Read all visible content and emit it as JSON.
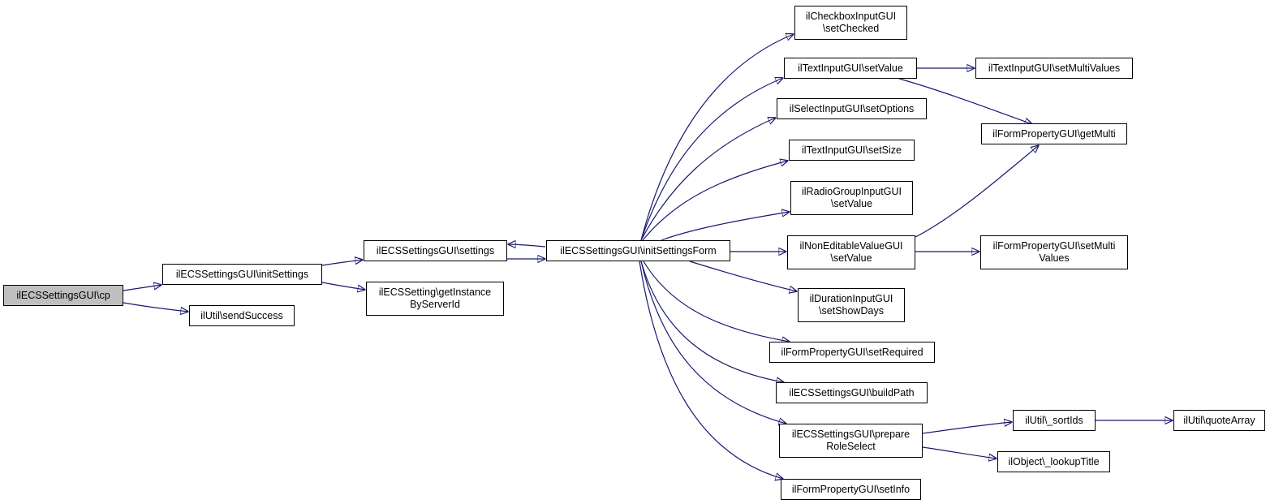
{
  "graph": {
    "colors": {
      "edge": "#191970",
      "root_fill": "#bfbfbf",
      "node_fill": "#ffffff",
      "border": "#000000"
    },
    "nodes": {
      "cp": {
        "lines": [
          "ilECSSettingsGUI\\cp"
        ]
      },
      "initSettings": {
        "lines": [
          "ilECSSettingsGUI\\initSettings"
        ]
      },
      "sendSuccess": {
        "lines": [
          "ilUtil\\sendSuccess"
        ]
      },
      "settings": {
        "lines": [
          "ilECSSettingsGUI\\settings"
        ]
      },
      "getInstance": {
        "lines": [
          "ilECSSetting\\getInstance",
          "ByServerId"
        ]
      },
      "initSettingsForm": {
        "lines": [
          "ilECSSettingsGUI\\initSettingsForm"
        ]
      },
      "setChecked": {
        "lines": [
          "ilCheckboxInputGUI",
          "\\setChecked"
        ]
      },
      "textSetValue": {
        "lines": [
          "ilTextInputGUI\\setValue"
        ]
      },
      "setOptions": {
        "lines": [
          "ilSelectInputGUI\\setOptions"
        ]
      },
      "setSize": {
        "lines": [
          "ilTextInputGUI\\setSize"
        ]
      },
      "radioSetValue": {
        "lines": [
          "ilRadioGroupInputGUI",
          "\\setValue"
        ]
      },
      "nonEditSetValue": {
        "lines": [
          "ilNonEditableValueGUI",
          "\\setValue"
        ]
      },
      "setShowDays": {
        "lines": [
          "ilDurationInputGUI",
          "\\setShowDays"
        ]
      },
      "setRequired": {
        "lines": [
          "ilFormPropertyGUI\\setRequired"
        ]
      },
      "buildPath": {
        "lines": [
          "ilECSSettingsGUI\\buildPath"
        ]
      },
      "prepareRoleSelect": {
        "lines": [
          "ilECSSettingsGUI\\prepare",
          "RoleSelect"
        ]
      },
      "setInfo": {
        "lines": [
          "ilFormPropertyGUI\\setInfo"
        ]
      },
      "textSetMultiValues": {
        "lines": [
          "ilTextInputGUI\\setMultiValues"
        ]
      },
      "getMulti": {
        "lines": [
          "ilFormPropertyGUI\\getMulti"
        ]
      },
      "formSetMultiValues": {
        "lines": [
          "ilFormPropertyGUI\\setMulti",
          "Values"
        ]
      },
      "sortIds": {
        "lines": [
          "ilUtil\\_sortIds"
        ]
      },
      "lookupTitle": {
        "lines": [
          "ilObject\\_lookupTitle"
        ]
      },
      "quoteArray": {
        "lines": [
          "ilUtil\\quoteArray"
        ]
      }
    },
    "edges": [
      [
        "cp",
        "initSettings"
      ],
      [
        "cp",
        "sendSuccess"
      ],
      [
        "initSettings",
        "settings"
      ],
      [
        "initSettings",
        "getInstance"
      ],
      [
        "settings",
        "initSettingsForm"
      ],
      [
        "initSettingsForm",
        "settings"
      ],
      [
        "initSettingsForm",
        "setChecked"
      ],
      [
        "initSettingsForm",
        "textSetValue"
      ],
      [
        "initSettingsForm",
        "setOptions"
      ],
      [
        "initSettingsForm",
        "setSize"
      ],
      [
        "initSettingsForm",
        "radioSetValue"
      ],
      [
        "initSettingsForm",
        "nonEditSetValue"
      ],
      [
        "initSettingsForm",
        "setShowDays"
      ],
      [
        "initSettingsForm",
        "setRequired"
      ],
      [
        "initSettingsForm",
        "buildPath"
      ],
      [
        "initSettingsForm",
        "prepareRoleSelect"
      ],
      [
        "initSettingsForm",
        "setInfo"
      ],
      [
        "textSetValue",
        "textSetMultiValues"
      ],
      [
        "textSetValue",
        "getMulti"
      ],
      [
        "nonEditSetValue",
        "getMulti"
      ],
      [
        "nonEditSetValue",
        "formSetMultiValues"
      ],
      [
        "prepareRoleSelect",
        "sortIds"
      ],
      [
        "prepareRoleSelect",
        "lookupTitle"
      ],
      [
        "sortIds",
        "quoteArray"
      ]
    ]
  }
}
